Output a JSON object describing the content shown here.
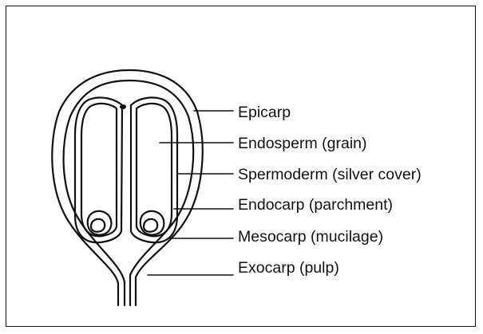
{
  "diagram": {
    "labels": [
      {
        "id": "epicarp",
        "text": "Epicarp"
      },
      {
        "id": "endosperm",
        "text": "Endosperm (grain)"
      },
      {
        "id": "spermoderm",
        "text": "Spermoderm (silver cover)"
      },
      {
        "id": "endocarp",
        "text": "Endocarp (parchment)"
      },
      {
        "id": "mesocarp",
        "text": "Mesocarp (mucilage)"
      },
      {
        "id": "exocarp",
        "text": "Exocarp (pulp)"
      }
    ],
    "colors": {
      "ink": "#111111",
      "background": "#ffffff"
    }
  }
}
